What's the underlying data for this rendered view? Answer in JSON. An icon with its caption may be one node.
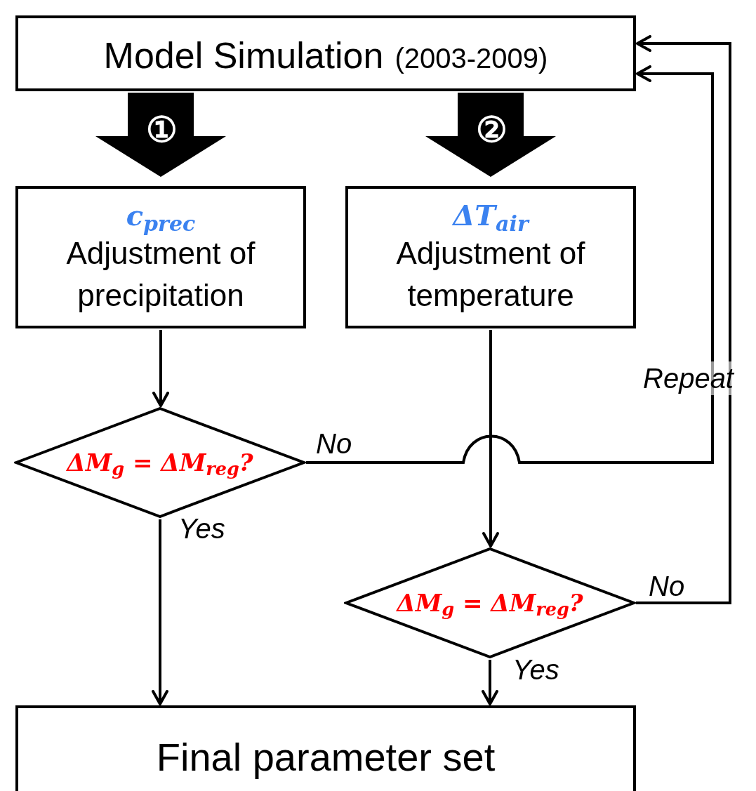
{
  "diagram": {
    "nodes": [
      {
        "text": [
          "Model Simulation",
          "(2003-2009)"
        ]
      },
      {
        "text": [
          "c$_{prec}$",
          "Adjustment of precipitation"
        ]
      },
      {
        "text": [
          "ΔT$_{air}$",
          "Adjustment of temperature"
        ]
      },
      {
        "text": [
          "ΔM$_{g}$ = ΔM$_{reg}$?"
        ]
      },
      {
        "text": [
          "ΔM$_{g}$ = ΔM$_{reg}$?"
        ]
      },
      {
        "text": [
          "Final parameter set"
        ]
      }
    ],
    "edges": [
      {
        "from": 0,
        "to": 1,
        "arrow": "to",
        "label": "①",
        "style": "thick"
      },
      {
        "from": 0,
        "to": 2,
        "arrow": "to",
        "label": "②",
        "style": "thick"
      },
      {
        "from": 1,
        "to": 3,
        "arrow": "to"
      },
      {
        "from": 3,
        "to": 0,
        "arrow": "to",
        "label": "No"
      },
      {
        "from": 3,
        "to": 5,
        "arrow": "to",
        "label": "Yes"
      },
      {
        "from": 2,
        "to": 4,
        "arrow": "to"
      },
      {
        "from": 4,
        "to": 0,
        "arrow": "to",
        "label": "No"
      },
      {
        "from": 4,
        "to": 5,
        "arrow": "to",
        "label": "Yes"
      }
    ],
    "labels": [
      "Repeat"
    ]
  }
}
